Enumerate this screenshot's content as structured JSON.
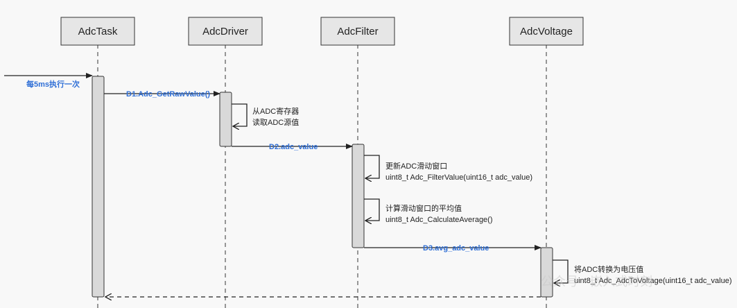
{
  "participants": [
    {
      "id": "task",
      "name": "AdcTask"
    },
    {
      "id": "driver",
      "name": "AdcDriver"
    },
    {
      "id": "filter",
      "name": "AdcFilter"
    },
    {
      "id": "voltage",
      "name": "AdcVoltage"
    }
  ],
  "messages": {
    "trigger": "每5ms执行一次",
    "d1": "D1.Adc_GetRawValue()",
    "d2": "D2.adc_value",
    "d3": "D3.avg_adc_value"
  },
  "self_calls": {
    "driver_read": {
      "line1": "从ADC寄存器",
      "line2": "读取ADC源值"
    },
    "filter_update": {
      "line1": "更新ADC滑动窗口",
      "line2": "uint8_t Adc_FilterValue(uint16_t adc_value)"
    },
    "filter_average": {
      "line1": "计算滑动窗口的平均值",
      "line2": "uint8_t Adc_CalculateAverage()"
    },
    "voltage_convert": {
      "line1": "将ADC转换为电压值",
      "line2": "uint8_t Adc_AdcToVoltage(uint16_t adc_value)"
    }
  },
  "watermark": "公众号 · 嵌入式时刻",
  "colors": {
    "header_fill": "#e6e6e6",
    "activation_fill": "#d9d9d9",
    "message_text": "#2f6fd6",
    "line": "#222222"
  }
}
